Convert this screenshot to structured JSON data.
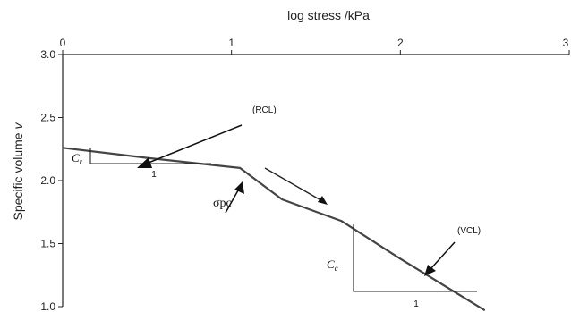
{
  "chart_data": {
    "type": "line",
    "xlabel": "log stress /kPa",
    "ylabel_main": "Specific volume ",
    "ylabel_symbol": "v",
    "x_ticks": [
      "0",
      "1",
      "2",
      "3"
    ],
    "y_ticks": [
      "3.0",
      "2.5",
      "2.0",
      "1.5",
      "1.0"
    ],
    "xlim": [
      0,
      3
    ],
    "ylim": [
      1.0,
      3.0
    ],
    "x_axis_position": "top",
    "grid": false,
    "series": [
      {
        "x": [
          0.0,
          0.5,
          1.05,
          1.3,
          1.65,
          2.0,
          2.5
        ],
        "y": [
          2.26,
          2.18,
          2.1,
          1.85,
          1.68,
          1.38,
          0.97
        ]
      }
    ],
    "annotations": {
      "rcl": "(RCL)",
      "vcl": "(VCL)",
      "cr_symbol": "C",
      "cr_sub": "r",
      "cc_symbol": "C",
      "cc_sub": "c",
      "cr_run": "1",
      "cc_run": "1",
      "sigma_pc": "σpc"
    }
  }
}
